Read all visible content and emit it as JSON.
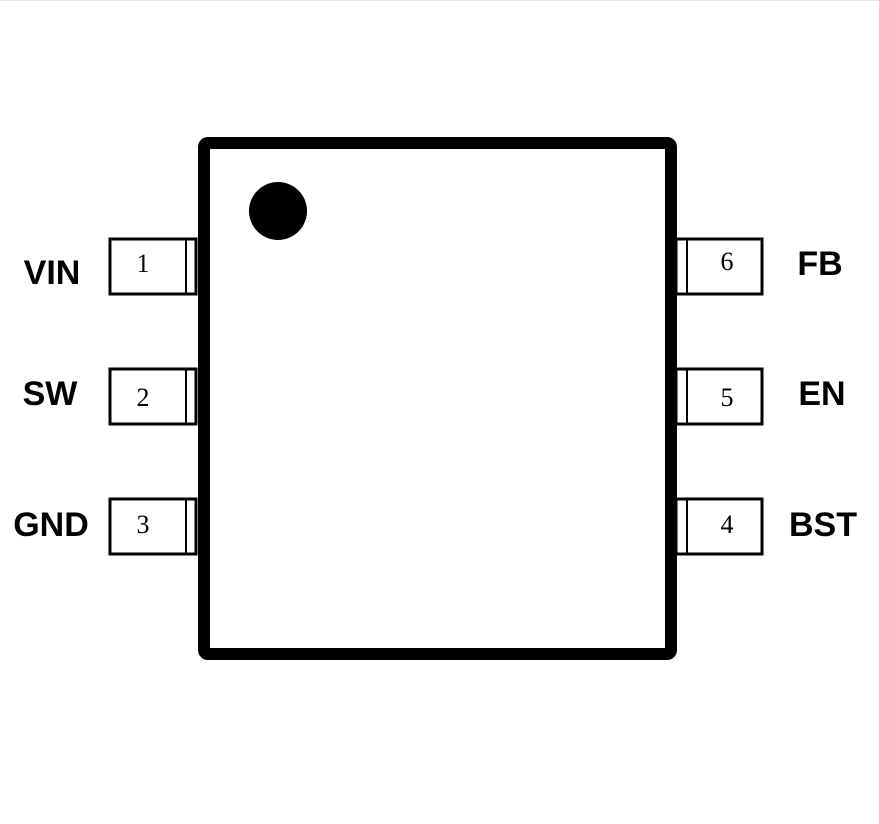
{
  "package": {
    "pin1_marker": "filled-dot",
    "colors": {
      "outline": "#000000",
      "fill": "#ffffff"
    }
  },
  "pins": {
    "left": [
      {
        "number": "1",
        "name": "VIN"
      },
      {
        "number": "2",
        "name": "SW"
      },
      {
        "number": "3",
        "name": "GND"
      }
    ],
    "right": [
      {
        "number": "6",
        "name": "FB"
      },
      {
        "number": "5",
        "name": "EN"
      },
      {
        "number": "4",
        "name": "BST"
      }
    ]
  }
}
